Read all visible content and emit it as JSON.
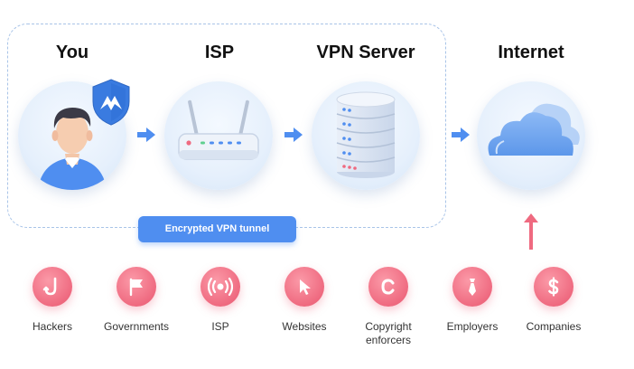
{
  "stages": [
    {
      "title": "You",
      "icon": "user-shield-icon"
    },
    {
      "title": "ISP",
      "icon": "router-icon"
    },
    {
      "title": "VPN Server",
      "icon": "server-icon"
    },
    {
      "title": "Internet",
      "icon": "cloud-icon"
    }
  ],
  "tunnel_label": "Encrypted VPN tunnel",
  "threats": [
    {
      "label": "Hackers",
      "icon": "hook-icon"
    },
    {
      "label": "Governments",
      "icon": "flag-icon"
    },
    {
      "label": "ISP",
      "icon": "broadcast-icon"
    },
    {
      "label": "Websites",
      "icon": "cursor-icon"
    },
    {
      "label": "Copyright enforcers",
      "icon": "copyright-icon"
    },
    {
      "label": "Employers",
      "icon": "tie-icon"
    },
    {
      "label": "Companies",
      "icon": "dollar-icon"
    }
  ],
  "colors": {
    "accent": "#4f8ef0",
    "threat": "#ef6a80",
    "tunnel_border": "#a9c4e8",
    "shield": "#3a7be0"
  }
}
